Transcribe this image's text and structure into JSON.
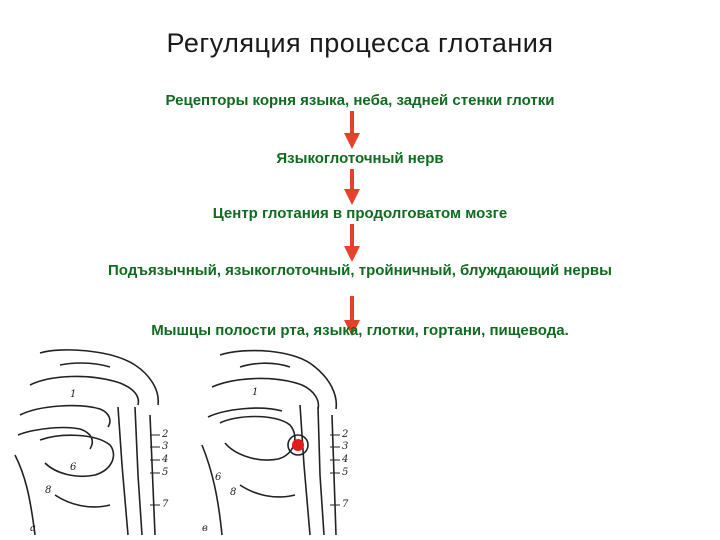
{
  "title": "Регуляция процесса глотания",
  "steps": [
    "Рецепторы корня языка, неба, задней стенки глотки",
    "Языкоглоточный нерв",
    "Центр глотания в продолговатом мозге",
    "Подъязычный, языкоглоточный,  тройничный, блуждающий нервы",
    "Мышцы полости рта, языка, глотки, гортани, пищевода."
  ],
  "colors": {
    "text": "#0e6b1f",
    "arrow": "#e8412b",
    "marker": "#e21b1b"
  },
  "figures": {
    "left": {
      "numbers": [
        "1",
        "2",
        "3",
        "4",
        "5",
        "6",
        "7",
        "8"
      ],
      "letter": "а"
    },
    "right": {
      "numbers": [
        "1",
        "2",
        "3",
        "4",
        "5",
        "6",
        "7",
        "8"
      ],
      "letter": "в"
    }
  }
}
